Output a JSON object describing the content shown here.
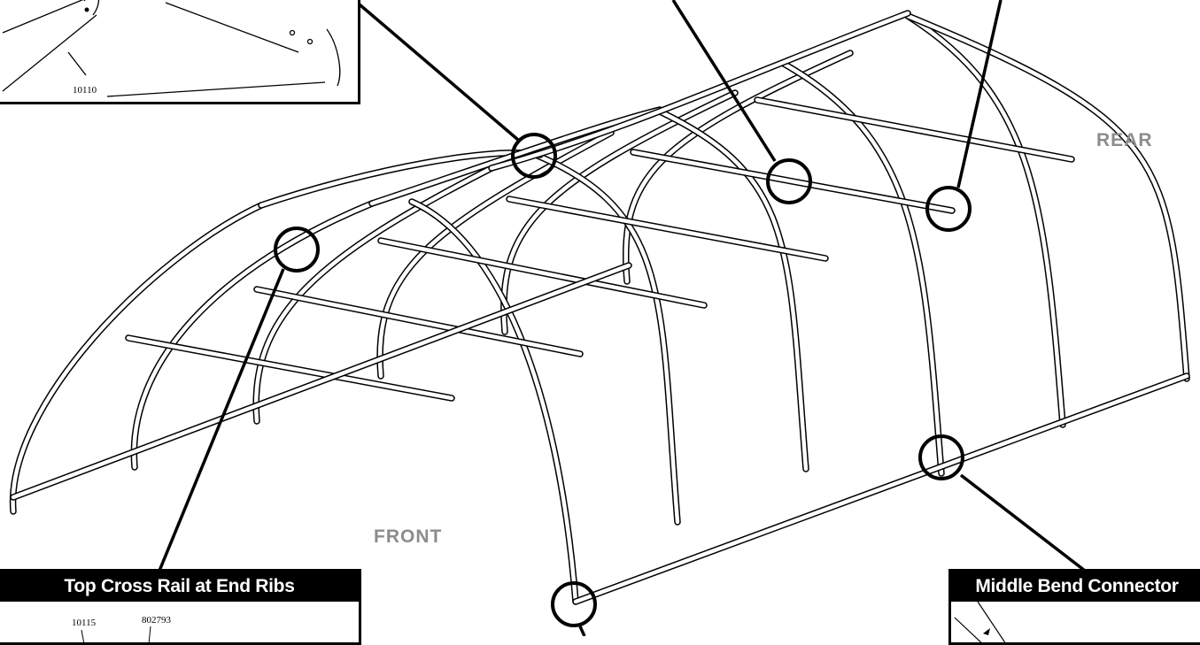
{
  "labels": {
    "front": "FRONT",
    "rear": "REAR"
  },
  "details": {
    "top_left": {
      "part_no": "10110"
    },
    "top_cross_rail": {
      "title": "Top Cross Rail at End Ribs",
      "part_a": "10115",
      "part_b": "802793"
    },
    "middle_bend": {
      "title": "Middle Bend Connector"
    }
  },
  "colors": {
    "line": "#000000",
    "label": "#8c8c8c",
    "title_bg": "#000000",
    "title_text": "#ffffff"
  }
}
